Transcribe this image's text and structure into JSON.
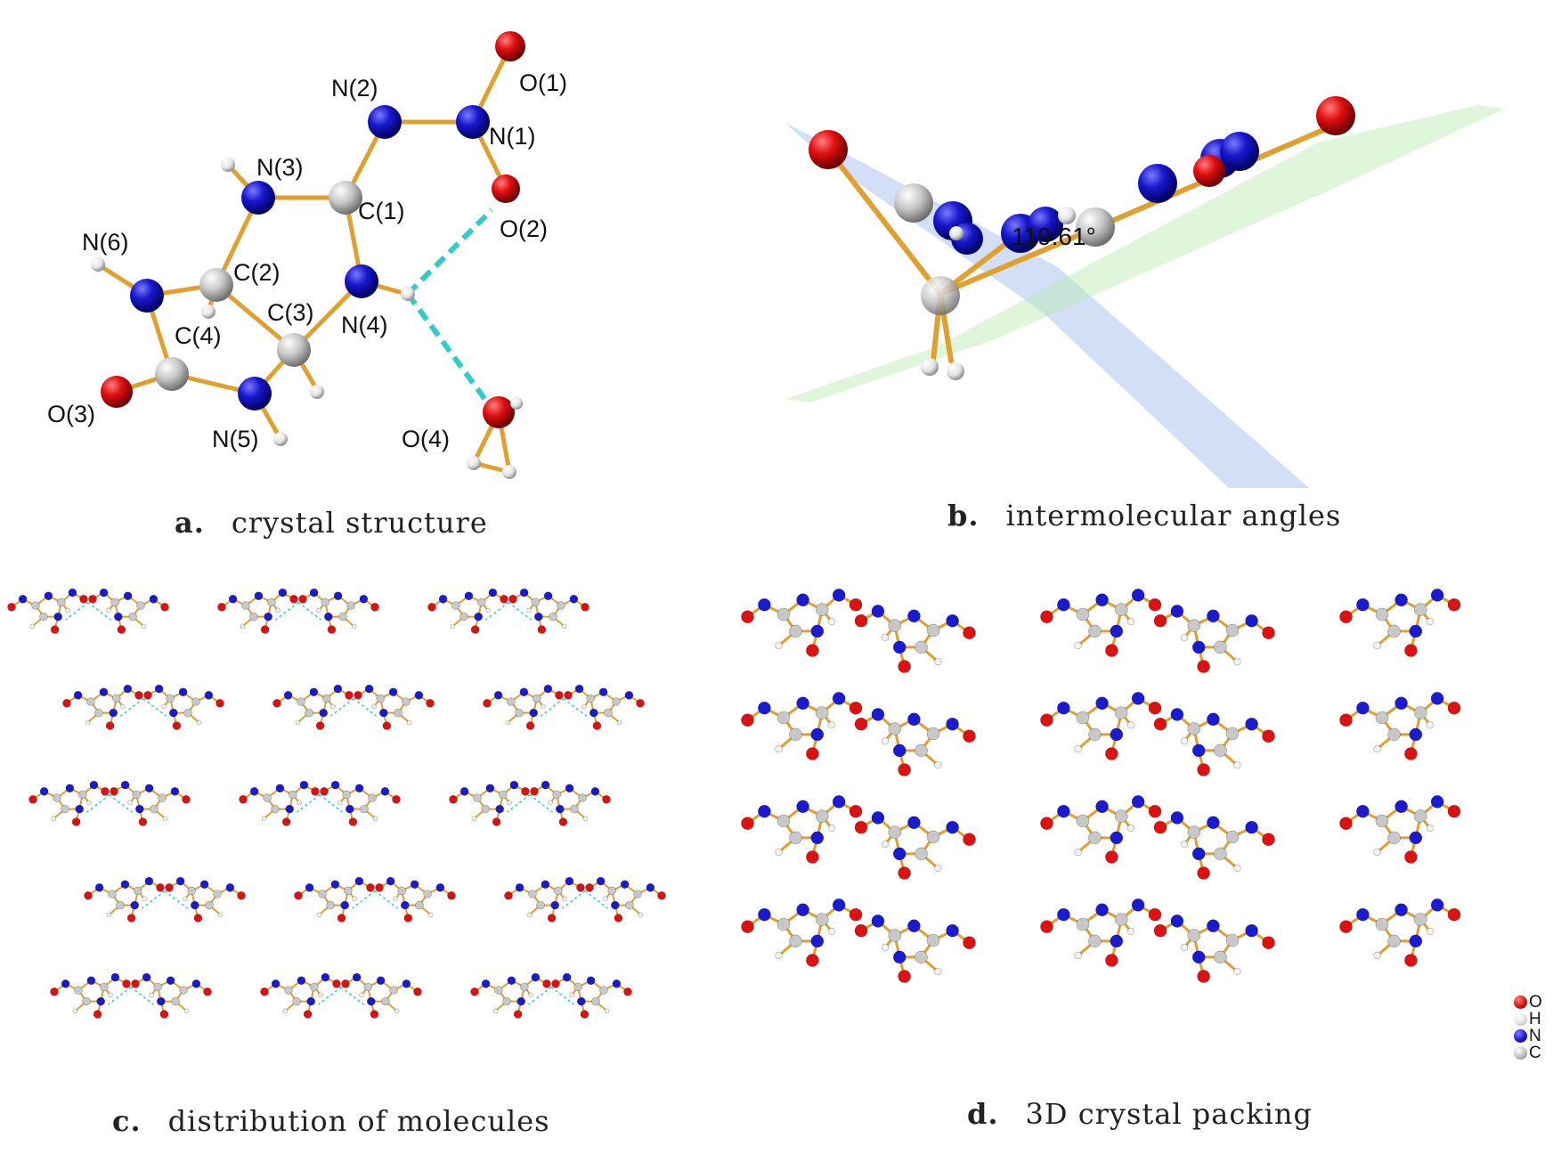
{
  "panels": {
    "a": {
      "letter": "a.",
      "caption": "crystal structure",
      "atom_labels": {
        "O1": "O(1)",
        "O2": "O(2)",
        "O3": "O(3)",
        "O4": "O(4)",
        "N1": "N(1)",
        "N2": "N(2)",
        "N3": "N(3)",
        "N4": "N(4)",
        "N5": "N(5)",
        "N6": "N(6)",
        "C1": "C(1)",
        "C2": "C(2)",
        "C3": "C(3)",
        "C4": "C(4)"
      }
    },
    "b": {
      "letter": "b.",
      "caption": "intermolecular angles",
      "angle": "119.61°"
    },
    "c": {
      "letter": "c.",
      "caption": "distribution of molecules"
    },
    "d": {
      "letter": "d.",
      "caption": "3D crystal packing"
    }
  },
  "legend": [
    {
      "label": "O",
      "color": "#dd1111"
    },
    {
      "label": "H",
      "color": "#e8e8e8"
    },
    {
      "label": "N",
      "color": "#1a1ad0"
    },
    {
      "label": "C",
      "color": "#c0c0c0"
    }
  ],
  "colors": {
    "oxygen": "#dd1111",
    "nitrogen": "#1a1ad0",
    "carbon": "#c8c8c8",
    "hydrogen": "#f2f2f2",
    "bond": "#e0a030",
    "hbond": "#33cccc"
  }
}
